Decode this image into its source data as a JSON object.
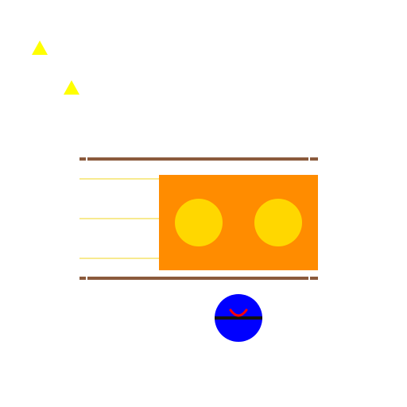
{
  "colors": {
    "background": "#ffffff",
    "star": "#ffff00",
    "rail": "#8b5a3c",
    "rail_tick": "#ffffff",
    "track_line": "#f5e46a",
    "block": "#ff8c00",
    "coin": "#ffd700",
    "player_body": "#0000ff",
    "player_band": "#111111",
    "player_smile": "#ff0000"
  },
  "scene": {
    "stars": [
      {
        "name": "star-1"
      },
      {
        "name": "star-2"
      }
    ],
    "rails": [
      {
        "name": "rail-top"
      },
      {
        "name": "rail-bottom"
      }
    ],
    "track_lines": [
      {
        "name": "track-line-1"
      },
      {
        "name": "track-line-2"
      },
      {
        "name": "track-line-3"
      }
    ],
    "block": {
      "name": "orange-block"
    },
    "coins": [
      {
        "name": "coin-left"
      },
      {
        "name": "coin-right"
      }
    ],
    "player": {
      "name": "player-ball",
      "expression": "smile"
    }
  }
}
